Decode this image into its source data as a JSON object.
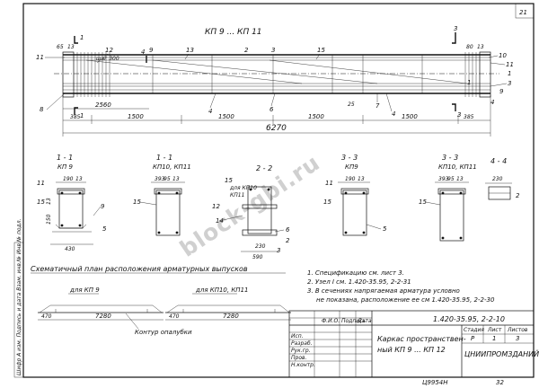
{
  "sheet": {
    "number": "21",
    "frame_side_text": "Шифр  А  изм.  Подпись и дата  Взам. инв.№  Инв.№ подл."
  },
  "watermark": "block-gbi.ru",
  "elevation": {
    "title": "КП 9 ... КП 11",
    "section_marks": [
      "1",
      "1",
      "2",
      "2",
      "3",
      "3",
      "4",
      "4"
    ],
    "callouts": [
      "11",
      "12",
      "9",
      "13",
      "2",
      "3",
      "15",
      "10",
      "11",
      "1",
      "3",
      "9",
      "8",
      "4",
      "6",
      "7",
      "4",
      "1",
      "4"
    ],
    "step_label": "шаг 300",
    "dims_top": [
      "65",
      "13",
      "80",
      "13"
    ],
    "dims_bottom_row1": [
      "2560"
    ],
    "dims_bottom_row2": [
      "385",
      "1500",
      "1500",
      "1500",
      "1500",
      "385"
    ],
    "dim_small": [
      "25",
      "25"
    ],
    "total_length": "6270"
  },
  "sections": [
    {
      "mark": "1 - 1",
      "sub": "КП 9",
      "dims": [
        "190",
        "13"
      ],
      "callouts": [
        "11",
        "9",
        "5",
        "15"
      ],
      "side_dims": [
        "150",
        "13"
      ],
      "bottom_dim": "430"
    },
    {
      "mark": "1 - 1",
      "sub": "КП10, КП11",
      "dims": [
        "393",
        "95",
        "13"
      ],
      "callouts": [
        "15"
      ]
    },
    {
      "mark": "2 - 2",
      "sub": "",
      "extra": [
        "для КП10",
        "КП11"
      ],
      "callouts": [
        "15",
        "12",
        "14",
        "6",
        "2",
        "3"
      ],
      "bottom_dims": [
        "230",
        "590"
      ]
    },
    {
      "mark": "3 - 3",
      "sub": "КП9",
      "dims": [
        "190",
        "13"
      ],
      "callouts": [
        "11",
        "15",
        "5"
      ]
    },
    {
      "mark": "3 - 3",
      "sub": "КП10, КП11",
      "dims": [
        "393",
        "95",
        "13"
      ],
      "callouts": [
        "15"
      ]
    },
    {
      "mark": "4 - 4",
      "sub": "",
      "dims": [
        "230"
      ],
      "callouts": [
        "2"
      ]
    }
  ],
  "scheme": {
    "title": "Схематичный план расположения арматурных выпусков",
    "left_label": "для КП 9",
    "right_label": "для КП10, КП11",
    "left_dims": [
      "470",
      "7280"
    ],
    "right_dims": [
      "470",
      "7280"
    ],
    "contour_label": "Контур опалубки"
  },
  "notes": [
    "1. Спецификацию см. лист 3.",
    "2. Узел I см. 1.420-35.95, 2-2-31",
    "3. В сечениях напрягаемая арматура условно",
    "не показана, расположение ее см 1.420-35.95, 2-2-30"
  ],
  "title_block": {
    "doc_code": "1.420-35.95, 2-2-10",
    "name_line1": "Каркас пространствен-",
    "name_line2": "ный КП 9 ... КП 12",
    "col_headers": [
      "Стадия",
      "Лист",
      "Листов"
    ],
    "col_values": [
      "Р",
      "1",
      "3"
    ],
    "org": "ЦНИИПРОМЗДАНИЙ",
    "roles": [
      "Исп.",
      "Разраб.",
      "Рук.гр.",
      "Пров.",
      "Н.контр."
    ],
    "small_headers": [
      "Ф.И.О.",
      "Подпись",
      "Дата"
    ],
    "footer_code": "Ц9954Н",
    "footer_format": "32"
  }
}
